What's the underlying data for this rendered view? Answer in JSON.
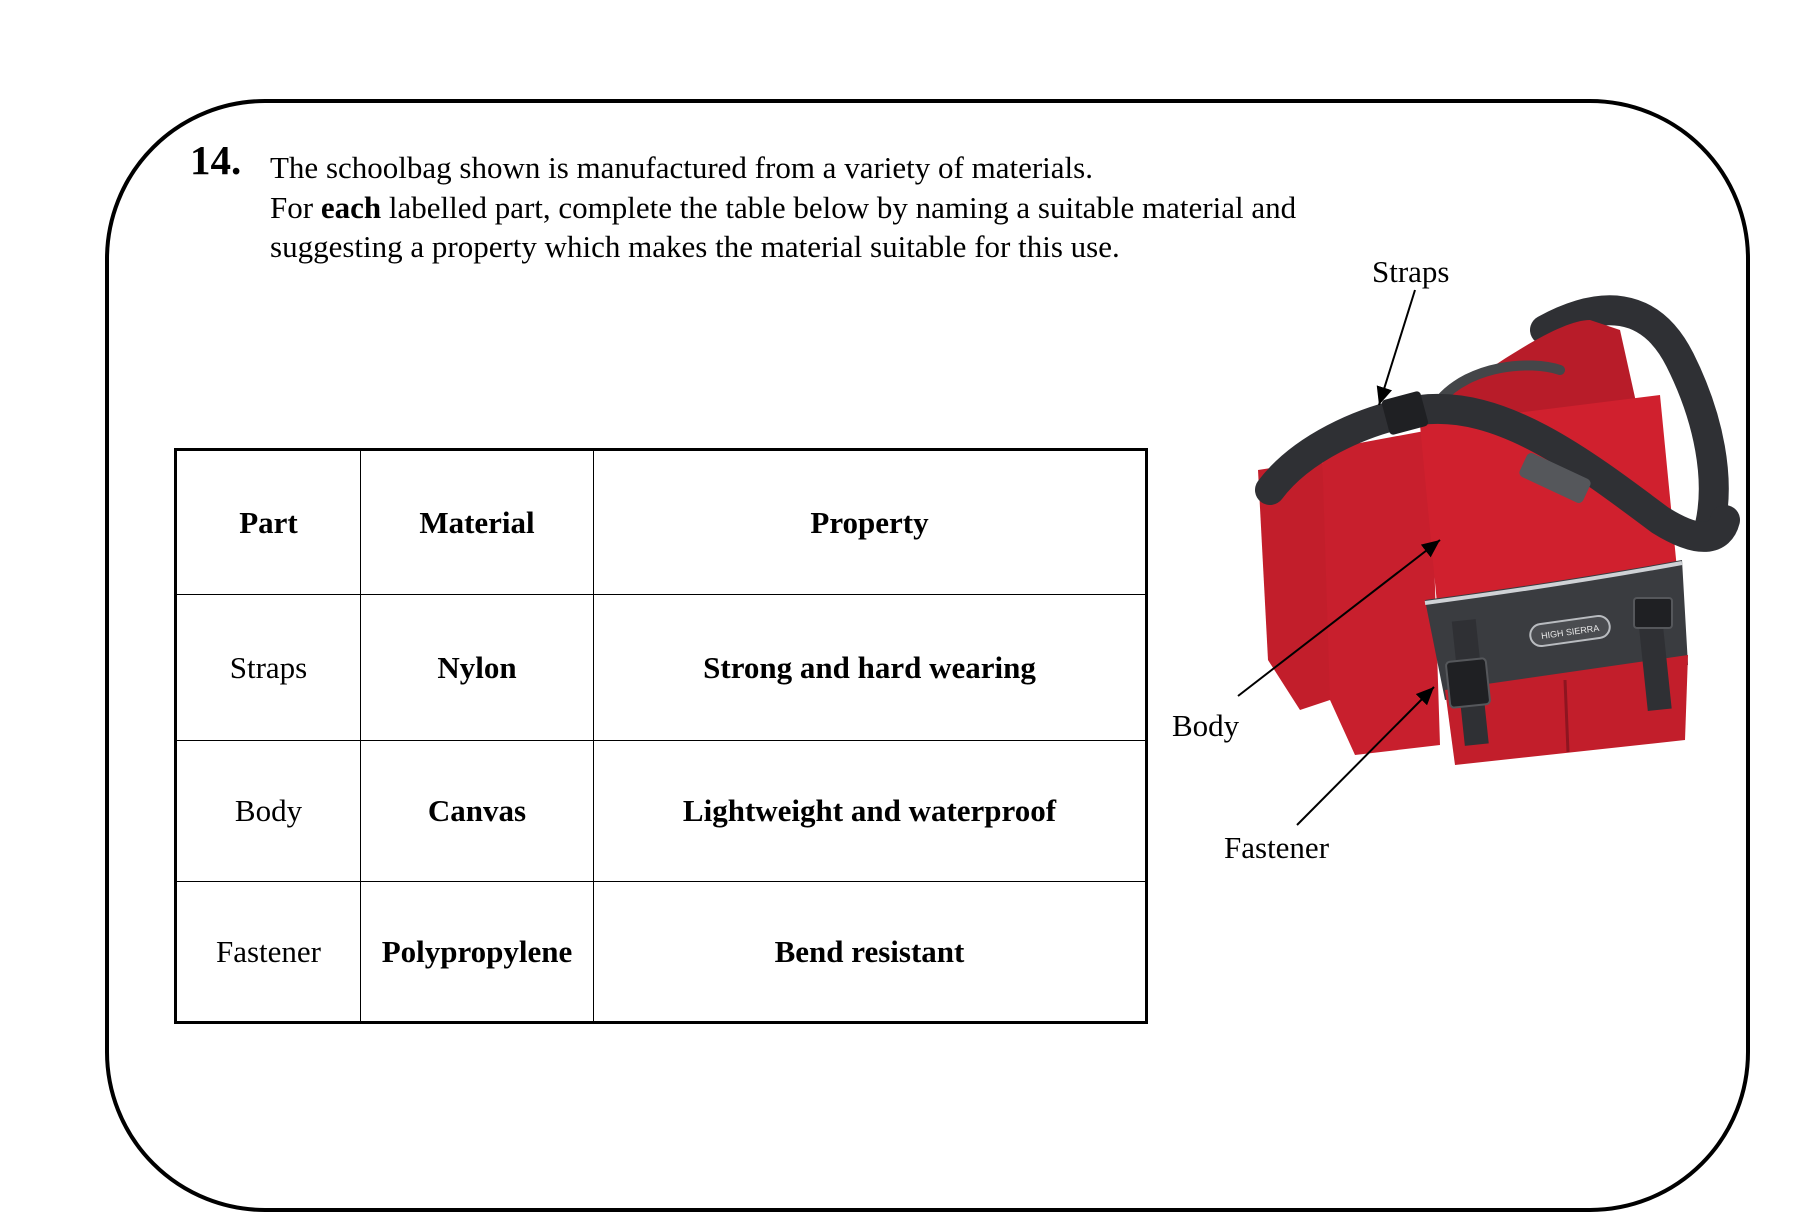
{
  "question": {
    "number": "14.",
    "line1": "The schoolbag shown is manufactured from a variety of materials.",
    "line2_before": "For ",
    "line2_bold": "each",
    "line2_after": " labelled part, complete the table below by naming a suitable material and",
    "line3": "suggesting a property which makes the material suitable for this use."
  },
  "table": {
    "headers": [
      "Part",
      "Material",
      "Property"
    ],
    "rows": [
      {
        "part": "Straps",
        "material": "Nylon",
        "property": "Strong and hard wearing"
      },
      {
        "part": "Body",
        "material": "Canvas",
        "property": "Lightweight and waterproof"
      },
      {
        "part": "Fastener",
        "material": "Polypropylene",
        "property": "Bend resistant"
      }
    ]
  },
  "diagram": {
    "labels": {
      "straps": "Straps",
      "body": "Body",
      "fastener": "Fastener"
    },
    "brand_text": "HIGH SIERRA",
    "colors": {
      "bag_red": "#d0202e",
      "bag_dark": "#3a3c40",
      "strap": "#2f3034"
    }
  }
}
